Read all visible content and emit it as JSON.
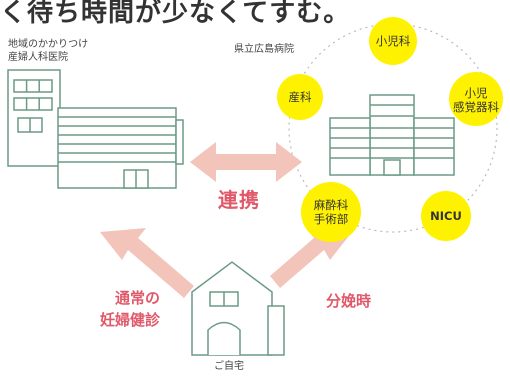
{
  "header": {
    "cut_text": "く待ち時間が少なくてすむ。"
  },
  "clinic": {
    "label_line1": "地域のかかりつけ",
    "label_line2": "産婦人科医院"
  },
  "hospital": {
    "label": "県立広島病院"
  },
  "departments": [
    {
      "label": "小児科"
    },
    {
      "label_line1": "小児",
      "label_line2": "感覚器科"
    },
    {
      "label": "NICU"
    },
    {
      "label_line1": "麻酔科",
      "label_line2": "手術部"
    },
    {
      "label": "産科"
    }
  ],
  "link": {
    "label": "連携"
  },
  "routine": {
    "label_line1": "通常の",
    "label_line2": "妊婦健診"
  },
  "delivery": {
    "label": "分娩時"
  },
  "home": {
    "label": "ご自宅"
  },
  "colors": {
    "bubble": "#fff200",
    "arrow": "#f2c4ba",
    "accent_text": "#e0596a",
    "line": "#6b9a86"
  }
}
